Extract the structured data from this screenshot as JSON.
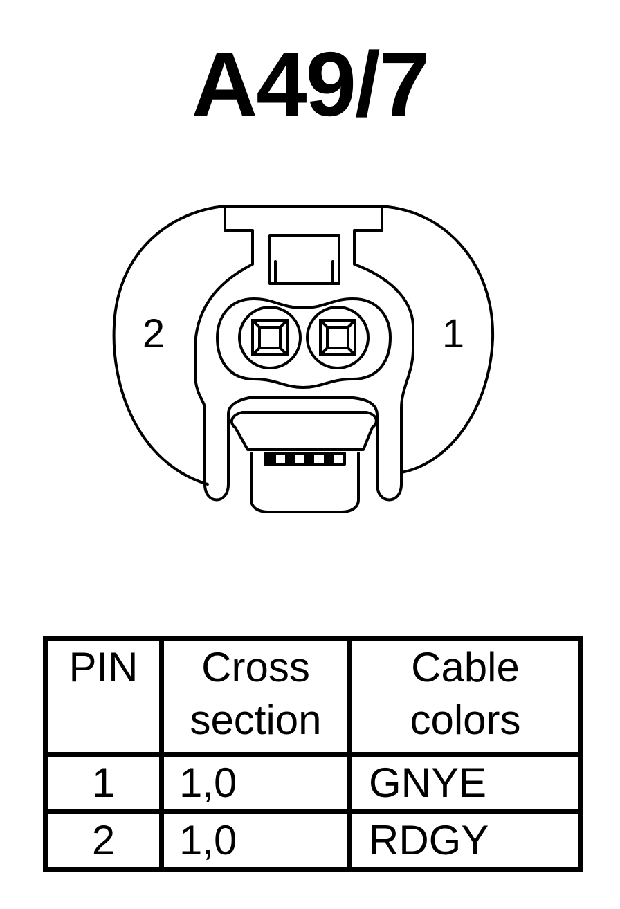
{
  "title": "A49/7",
  "connector": {
    "pin_labels": {
      "left": "2",
      "right": "1"
    }
  },
  "pin_table": {
    "headers": {
      "pin": [
        "PIN"
      ],
      "cross_section": [
        "Cross",
        "section"
      ],
      "cable_colors": [
        "Cable",
        "colors"
      ]
    },
    "rows": [
      {
        "pin": "1",
        "cross_section": "1,0",
        "cable_color": "GNYE"
      },
      {
        "pin": "2",
        "cross_section": "1,0",
        "cable_color": "RDGY"
      }
    ]
  }
}
